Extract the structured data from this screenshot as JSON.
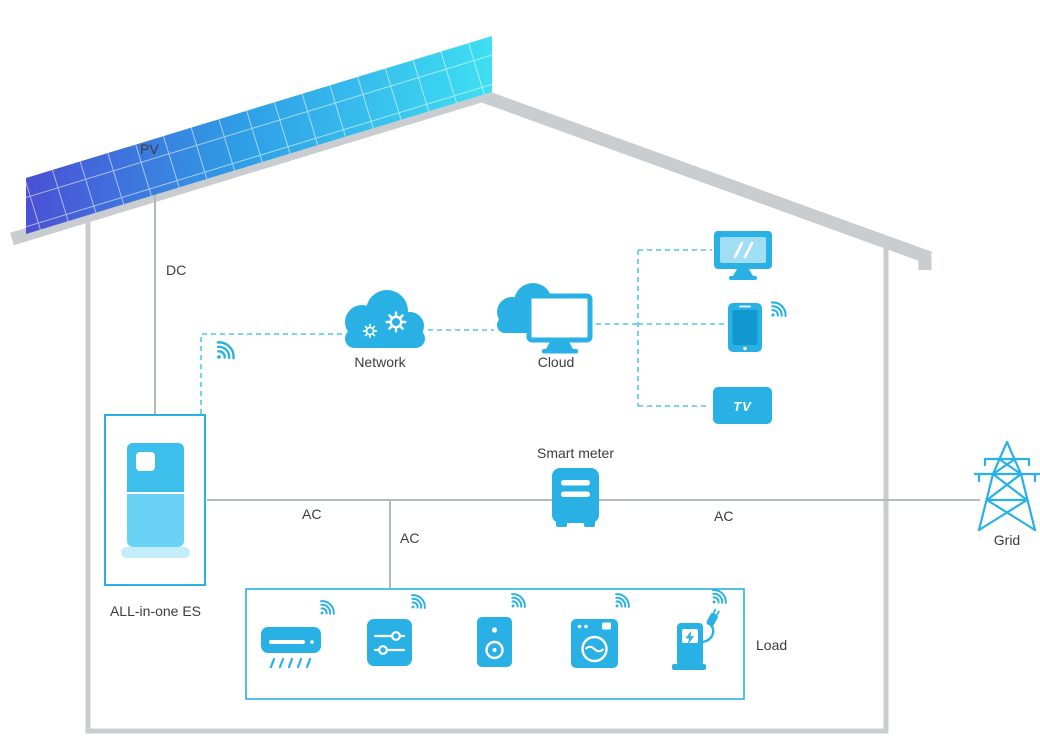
{
  "colors": {
    "accent_cyan": "#29b1e6",
    "panel_start": "#4b50d4",
    "panel_mid": "#2f9ce6",
    "panel_end": "#3edff3",
    "structure_gray": "#c9cdd0",
    "line_gray": "#b4b9bc",
    "dash_cyan": "#4ec7ef"
  },
  "labels": {
    "pv": "PV",
    "dc": "DC",
    "network": "Network",
    "cloud": "Cloud",
    "smart_meter": "Smart meter",
    "ac_left": "AC",
    "ac_branch": "AC",
    "ac_right": "AC",
    "all_in_one_es": "ALL-in-one ES",
    "load": "Load",
    "grid": "Grid",
    "tv_badge": "TV"
  },
  "icons": {
    "wifi": "wifi-icon",
    "gear": "gear-icon",
    "network_cloud": "network-cloud-icon",
    "cloud_monitor": "cloud-icon",
    "tv_monitor": "tv-monitor-icon",
    "smartphone": "smartphone-icon",
    "tv_box": "tv-box-icon",
    "smart_meter": "smart-meter-icon",
    "solar_panel": "solar-panel-icon",
    "es_unit": "all-in-one-es-icon",
    "grid_tower": "grid-tower-icon",
    "air_conditioner": "air-conditioner-icon",
    "smart_controller": "smart-controller-icon",
    "speaker": "speaker-icon",
    "washing_machine": "washing-machine-icon",
    "ev_charger": "ev-charger-icon"
  }
}
